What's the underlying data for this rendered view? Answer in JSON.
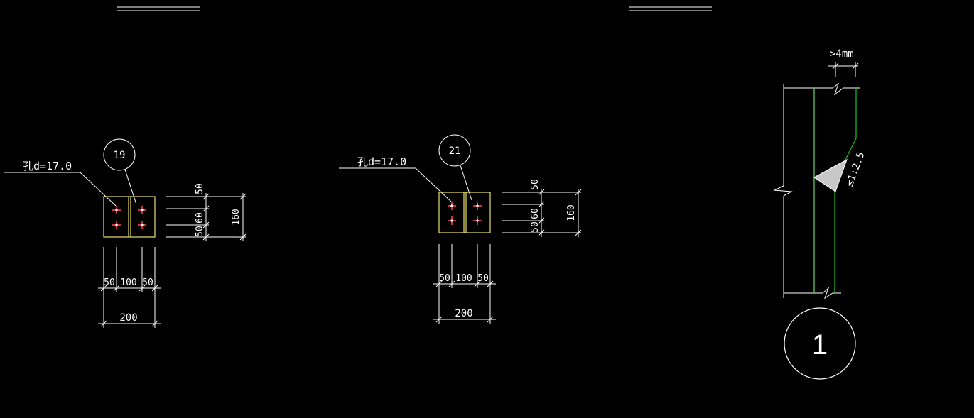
{
  "colors": {
    "background": "#000000",
    "line": "#ffffff",
    "plate": "#e8e06a",
    "bolt": "#ff3b4e",
    "weld_line": "#1fbf1f",
    "weld_fill": "#c8c8c8"
  },
  "details": [
    {
      "id": "left",
      "marker": "19",
      "hole_label": "孔d=17.0",
      "vertical_dims": [
        "50",
        "60",
        "50",
        "160"
      ],
      "horizontal_dims": [
        "50",
        "100",
        "50",
        "200"
      ]
    },
    {
      "id": "middle",
      "marker": "21",
      "hole_label": "孔d=17.0",
      "vertical_dims": [
        "50",
        "60",
        "50",
        "160"
      ],
      "horizontal_dims": [
        "50",
        "100",
        "50",
        "200"
      ]
    }
  ],
  "weld_detail": {
    "gap_label": ">4mm",
    "slope_label": "≤1:2.5",
    "section_marker": "1"
  }
}
